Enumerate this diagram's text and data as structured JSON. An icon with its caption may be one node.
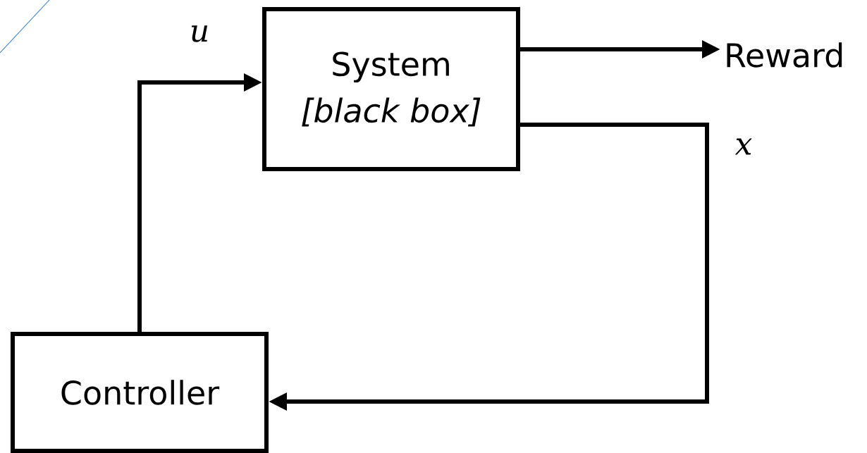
{
  "diagram": {
    "nodes": [
      {
        "text": [
          "System",
          "[black box]"
        ]
      },
      {
        "text": [
          "Controller"
        ]
      },
      {
        "text": [
          "Reward"
        ]
      }
    ],
    "edges": [
      {
        "from": 1,
        "to": 0,
        "arrow": "to",
        "label": "u"
      },
      {
        "from": 0,
        "to": 2,
        "arrow": "to"
      },
      {
        "from": 0,
        "to": 1,
        "arrow": "to",
        "label": "x"
      }
    ]
  }
}
